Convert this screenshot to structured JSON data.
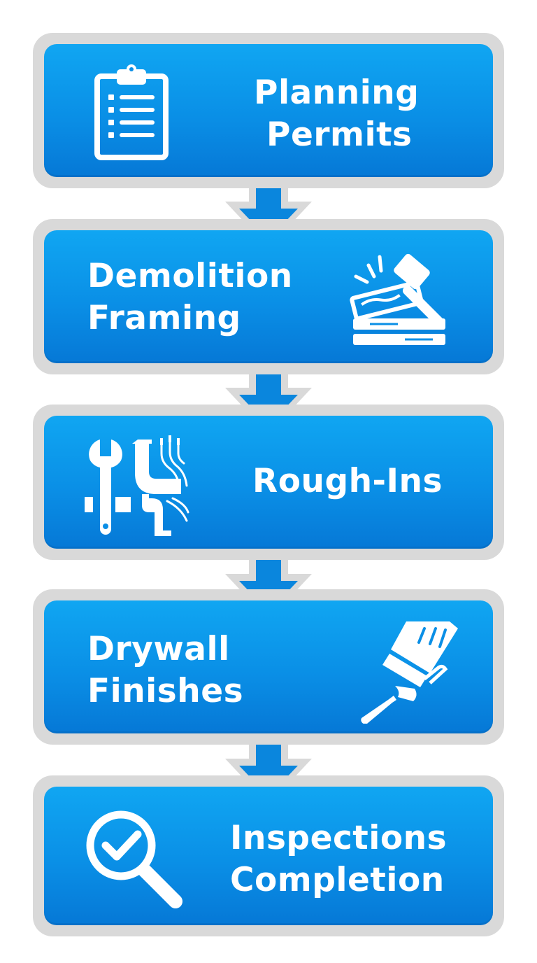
{
  "steps": [
    {
      "lines": [
        "Planning",
        "Permits"
      ],
      "icon": "clipboard-icon"
    },
    {
      "lines": [
        "Demolition",
        "Framing"
      ],
      "icon": "hammer-lumber-icon"
    },
    {
      "lines": [
        "Rough-Ins"
      ],
      "icon": "wrench-pipe-wires-icon"
    },
    {
      "lines": [
        "Drywall",
        "Finishes"
      ],
      "icon": "paintbrush-roller-icon"
    },
    {
      "lines": [
        "Inspections",
        "Completion"
      ],
      "icon": "magnifier-check-icon"
    }
  ],
  "colors": {
    "box_fill": "#0a8fe6",
    "box_border": "#d9d9d9",
    "text": "#ffffff",
    "arrow": "#0a86dd"
  }
}
